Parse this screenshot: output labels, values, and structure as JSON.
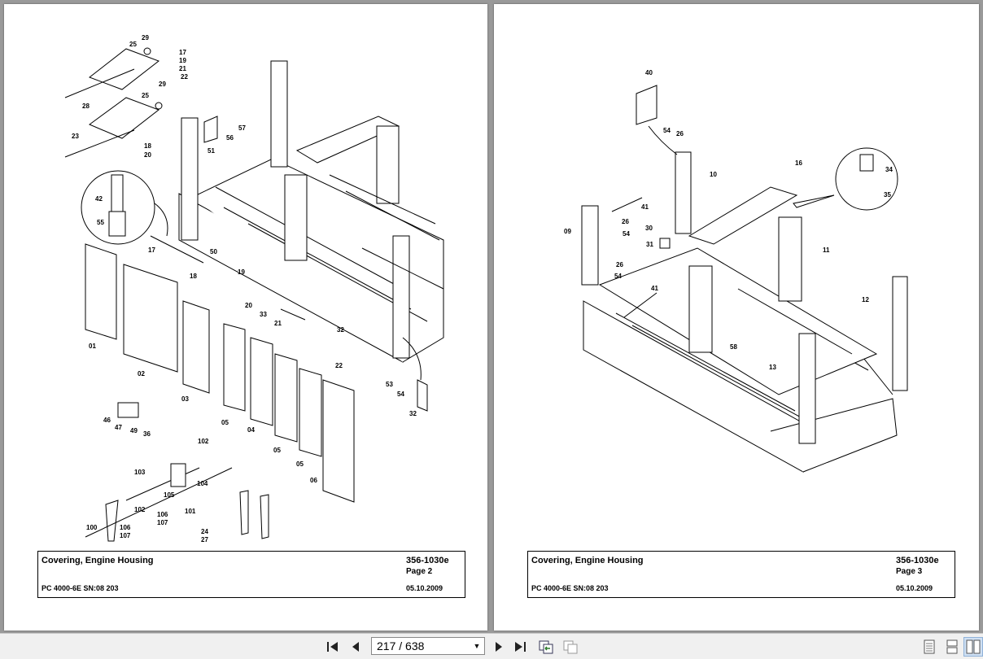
{
  "left_page": {
    "title": "Covering, Engine Housing",
    "doc_number": "356-1030e",
    "page_label": "Page 2",
    "model": "PC 4000-6E SN:08 203",
    "date": "05.10.2009",
    "callouts": [
      "29",
      "25",
      "17",
      "19",
      "21",
      "22",
      "28",
      "25",
      "29",
      "23",
      "18",
      "20",
      "57",
      "56",
      "51",
      "42",
      "55",
      "17",
      "50",
      "18",
      "01",
      "02",
      "03",
      "19",
      "20",
      "33",
      "21",
      "32",
      "22",
      "53",
      "54",
      "32",
      "05",
      "04",
      "05",
      "05",
      "06",
      "46",
      "47",
      "49",
      "36",
      "102",
      "103",
      "104",
      "105",
      "102",
      "106",
      "107",
      "101",
      "100",
      "106",
      "107",
      "24",
      "27"
    ]
  },
  "right_page": {
    "title": "Covering, Engine Housing",
    "doc_number": "356-1030e",
    "page_label": "Page 3",
    "model": "PC 4000-6E SN:08 203",
    "date": "05.10.2009",
    "callouts": [
      "40",
      "54",
      "26",
      "10",
      "16",
      "34",
      "35",
      "41",
      "09",
      "26",
      "54",
      "30",
      "31",
      "11",
      "26",
      "54",
      "41",
      "12",
      "58",
      "13"
    ]
  },
  "toolbar": {
    "page_value": "217 / 638",
    "icons": [
      "first-page-icon",
      "prev-page-icon",
      "next-page-icon",
      "last-page-icon",
      "go-back-view-icon",
      "go-forward-view-icon",
      "single-page-view-icon",
      "continuous-view-icon",
      "facing-view-icon"
    ]
  }
}
